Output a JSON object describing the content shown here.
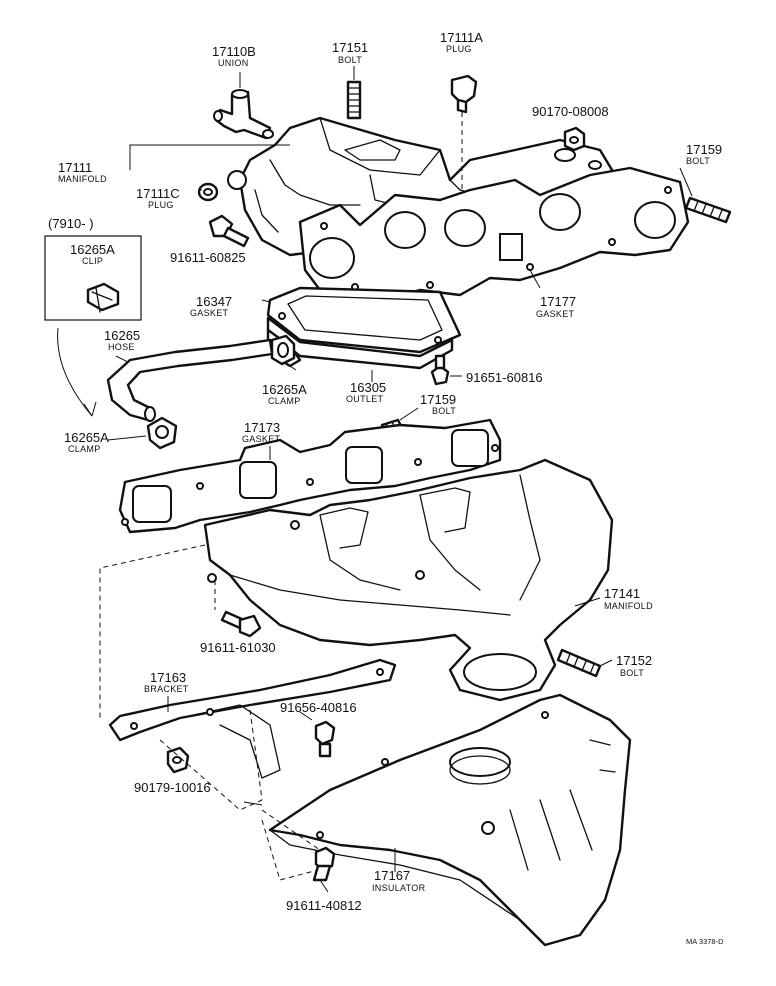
{
  "callouts": {
    "c17110B": {
      "number": "17110B",
      "name": "UNION"
    },
    "c17151": {
      "number": "17151",
      "name": "BOLT"
    },
    "c17111A": {
      "number": "17111A",
      "name": "PLUG"
    },
    "c90170": {
      "number": "90170-08008",
      "name": ""
    },
    "c17159a": {
      "number": "17159",
      "name": "BOLT"
    },
    "c17111": {
      "number": "17111",
      "name": "MANIFOLD"
    },
    "c17111C": {
      "number": "17111C",
      "name": "PLUG"
    },
    "c91611_60825": {
      "number": "91611-60825",
      "name": ""
    },
    "c16265A_clip": {
      "number": "16265A",
      "name": "CLIP"
    },
    "c16347": {
      "number": "16347",
      "name": "GASKET"
    },
    "c17177": {
      "number": "17177",
      "name": "GASKET"
    },
    "c16265": {
      "number": "16265",
      "name": "HOSE"
    },
    "c16265A_clamp1": {
      "number": "16265A",
      "name": "CLAMP"
    },
    "c16305": {
      "number": "16305",
      "name": "OUTLET"
    },
    "c91651": {
      "number": "91651-60816",
      "name": ""
    },
    "c17159b": {
      "number": "17159",
      "name": "BOLT"
    },
    "c16265A_clamp2": {
      "number": "16265A",
      "name": "CLAMP"
    },
    "c17173": {
      "number": "17173",
      "name": "GASKET"
    },
    "c17141": {
      "number": "17141",
      "name": "MANIFOLD"
    },
    "c91611_61030": {
      "number": "91611-61030",
      "name": ""
    },
    "c17152": {
      "number": "17152",
      "name": "BOLT"
    },
    "c17163": {
      "number": "17163",
      "name": "BRACKET"
    },
    "c91656": {
      "number": "91656-40816",
      "name": ""
    },
    "c90179": {
      "number": "90179-10016",
      "name": ""
    },
    "c17167": {
      "number": "17167",
      "name": "INSULATOR"
    },
    "c91611_40812": {
      "number": "91611-40812",
      "name": ""
    }
  },
  "date_note": "(7910-      )",
  "drawing_code": "MA 3378-D"
}
